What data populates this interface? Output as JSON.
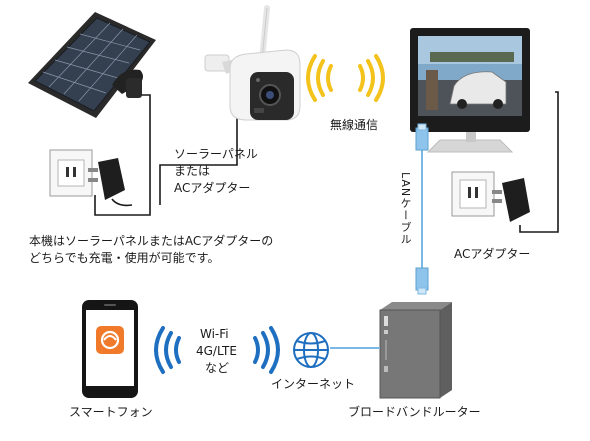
{
  "labels": {
    "wireless": "無線通信",
    "power_option_1": "ソーラーパネル",
    "power_option_2": "または",
    "power_option_3": "ACアダプター",
    "note_1": "本機はソーラーパネルまたはACアダプターの",
    "note_2": "どちらでも充電・使用が可能です。",
    "lan_cable": "LANケーブル",
    "ac_adapter": "ACアダプター",
    "wifi_1": "Wi-Fi",
    "wifi_2": "4G/LTE",
    "wifi_3": "など",
    "internet": "インターネット",
    "smartphone": "スマートフォン",
    "router": "ブロードバンドルーター"
  },
  "colors": {
    "wifi_yellow": "#f3c21b",
    "wifi_blue": "#1f6fc0",
    "cable_blue": "#7ab8e6",
    "cable": "#1a1a1a",
    "app_orange": "#f07a2a"
  }
}
